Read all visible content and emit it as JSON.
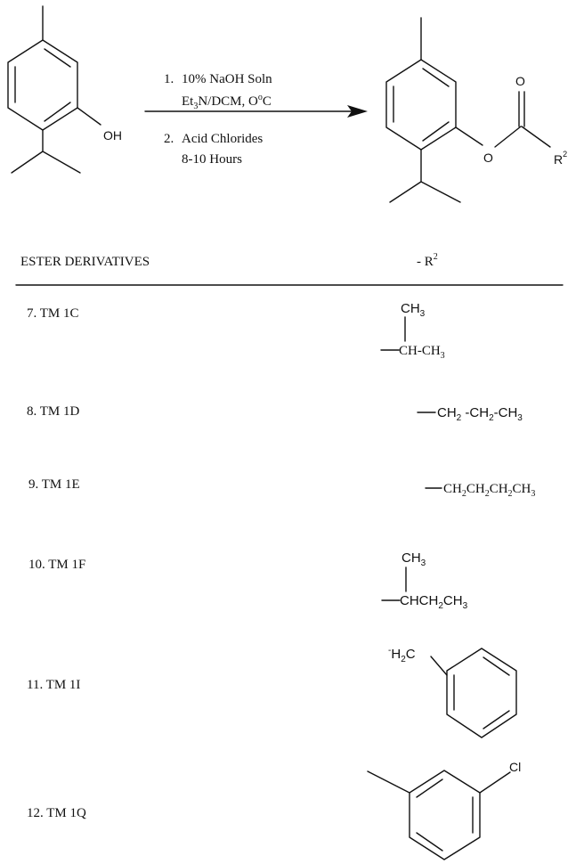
{
  "reaction": {
    "reactant": {
      "oh_label": "OH"
    },
    "conditions": {
      "step1_num": "1.",
      "step1_line1": "10% NaOH Soln",
      "step1_line2_pre": "Et",
      "step1_line2_sub": "3",
      "step1_line2_post": "N/DCM,  O",
      "step1_line2_sup": "o",
      "step1_line2_end": "C",
      "step2_num": "2.",
      "step2_line1": "Acid Chlorides",
      "step2_line2": "8-10 Hours"
    },
    "product": {
      "carbonyl_o": "O",
      "ester_o": "O",
      "r_label": "R",
      "r_sup": "2"
    }
  },
  "table": {
    "header_left": "ESTER DERIVATIVES",
    "header_right_prefix": "- R",
    "header_right_sup": "2",
    "rows": [
      {
        "label": "7.  TM 1C",
        "formula": {
          "top_group": "CH",
          "top_sub": "3",
          "main": "CH-CH",
          "main_sub": "3"
        }
      },
      {
        "label": "8.  TM 1D",
        "formula": {
          "p1": "CH",
          "s1": "2",
          "p2": " -CH",
          "s2": "2",
          "p3": "-CH",
          "s3": "3"
        }
      },
      {
        "label": "9.   TM 1E",
        "formula": {
          "p1": "CH",
          "s1": "2",
          "p2": "CH",
          "s2": "2",
          "p3": "CH",
          "s3": "2",
          "p4": "CH",
          "s4": "3"
        }
      },
      {
        "label": "10. TM 1F",
        "formula": {
          "top_group": "CH",
          "top_sub": "3",
          "m1": "CHCH",
          "ms1": "2",
          "m2": "CH",
          "ms2": "3"
        }
      },
      {
        "label": "11.  TM 1I",
        "formula": {
          "charge": "-",
          "p1": "H",
          "s1": "2",
          "p2": "C"
        }
      },
      {
        "label": "12. TM 1Q",
        "formula": {
          "cl": "Cl"
        }
      }
    ]
  }
}
